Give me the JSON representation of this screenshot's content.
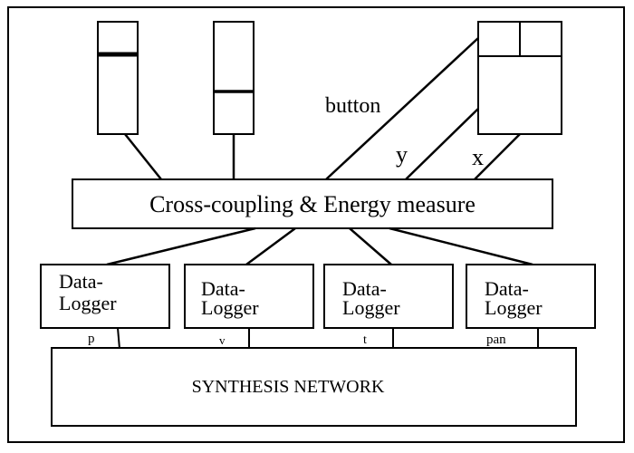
{
  "labels": {
    "button": "button",
    "y": "y",
    "x": "x",
    "cross_coupling": "Cross-coupling & Energy measure",
    "synthesis": "SYNTHESIS NETWORK",
    "logger_line1": "Data-",
    "logger_line2": "Logger"
  },
  "data_loggers": [
    {
      "line1": "Data-",
      "line2": "Logger",
      "output": "p"
    },
    {
      "line1": "Data-",
      "line2": "Logger",
      "output": "v"
    },
    {
      "line1": "Data-",
      "line2": "Logger",
      "output": "t"
    },
    {
      "line1": "Data-",
      "line2": "Logger",
      "output": "pan"
    }
  ],
  "colors": {
    "line": "#000000",
    "background": "#ffffff"
  }
}
